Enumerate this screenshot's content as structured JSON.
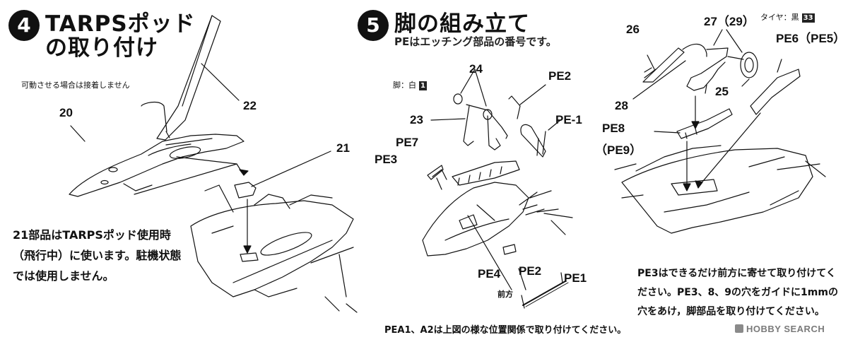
{
  "step4": {
    "number": "4",
    "title_line1": "TARPSポッド",
    "title_line2": "の取り付け",
    "callout_movable": "可動させる場合は接着しません",
    "parts": {
      "p20": "20",
      "p21": "21",
      "p22": "22"
    },
    "note": "21部品はTARPSポッド使用時（飛行中）に使います。駐機状態では使用しません。"
  },
  "step5": {
    "number": "5",
    "title": "脚の組み立て",
    "subtitle": "PEはエッチング部品の番号です。",
    "leg_color_label": "脚：白",
    "leg_color_num": "1",
    "tire_color_label": "タイヤ：黒",
    "tire_color_num": "33",
    "parts": {
      "p24": "24",
      "pe2_top": "PE2",
      "p23": "23",
      "pe_1": "PE-1",
      "pe7": "PE7",
      "pe3": "PE3",
      "pe4": "PE4",
      "pe2_bottom": "PE2",
      "pe1_bottom": "PE1",
      "front": "前方"
    },
    "bottom_note": "PEA1、A2は上図の様な位置関係で取り付けてください。"
  },
  "step5b": {
    "parts": {
      "p26": "26",
      "p27": "27（29）",
      "p28": "28",
      "p25": "25",
      "pe6": "PE6（PE5）",
      "pe8": "PE8",
      "pe9": "（PE9）"
    },
    "note": "PE3はできるだけ前方に寄せて取り付けてください。PE3、8、9の穴をガイドに1mmの穴をあけ，脚部品を取り付けてください。"
  },
  "watermark": "HOBBY SEARCH"
}
